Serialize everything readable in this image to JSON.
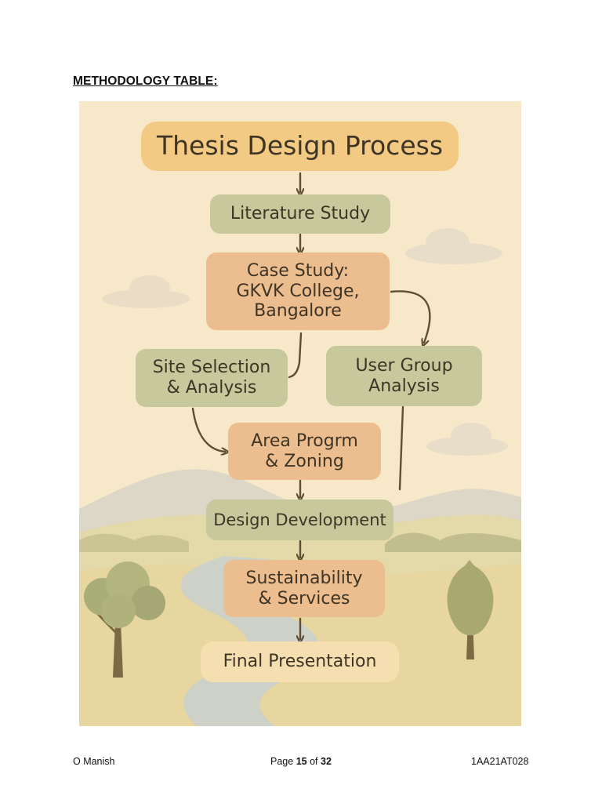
{
  "section_title": "METHODOLOGY TABLE:",
  "diagram": {
    "title": "Thesis Design Process",
    "nodes": {
      "literature_study": "Literature Study",
      "case_study": "Case Study:\nGKVK College,\nBangalore",
      "site_selection": "Site Selection\n& Analysis",
      "user_group": "User Group\nAnalysis",
      "area_program": "Area Progrm\n& Zoning",
      "design_development": "Design Development",
      "sustainability": "Sustainability\n& Services",
      "final_presentation": "Final Presentation"
    }
  },
  "footer": {
    "author": "O Manish",
    "page_word": "Page",
    "page_current": "15",
    "page_of": "of",
    "page_total": "32",
    "id": "1AA21AT028"
  }
}
